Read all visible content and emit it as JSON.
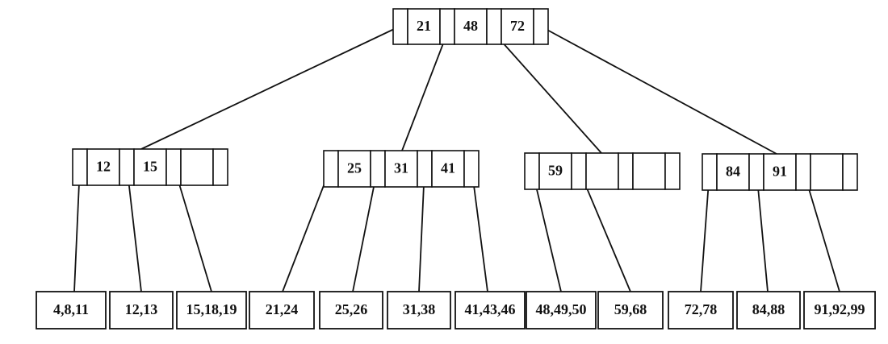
{
  "tree": {
    "root": {
      "keys": [
        "21",
        "48",
        "72"
      ]
    },
    "internal": [
      {
        "keys": [
          "12",
          "15"
        ]
      },
      {
        "keys": [
          "25",
          "31",
          "41"
        ]
      },
      {
        "keys": [
          "59"
        ]
      },
      {
        "keys": [
          "84",
          "91"
        ]
      }
    ],
    "leaves": [
      "4,8,11",
      "12,13",
      "15,18,19",
      "21,24",
      "25,26",
      "31,38",
      "41,43,46",
      "48,49,50",
      "59,68",
      "72,78",
      "84,88",
      "91,92,99"
    ]
  }
}
